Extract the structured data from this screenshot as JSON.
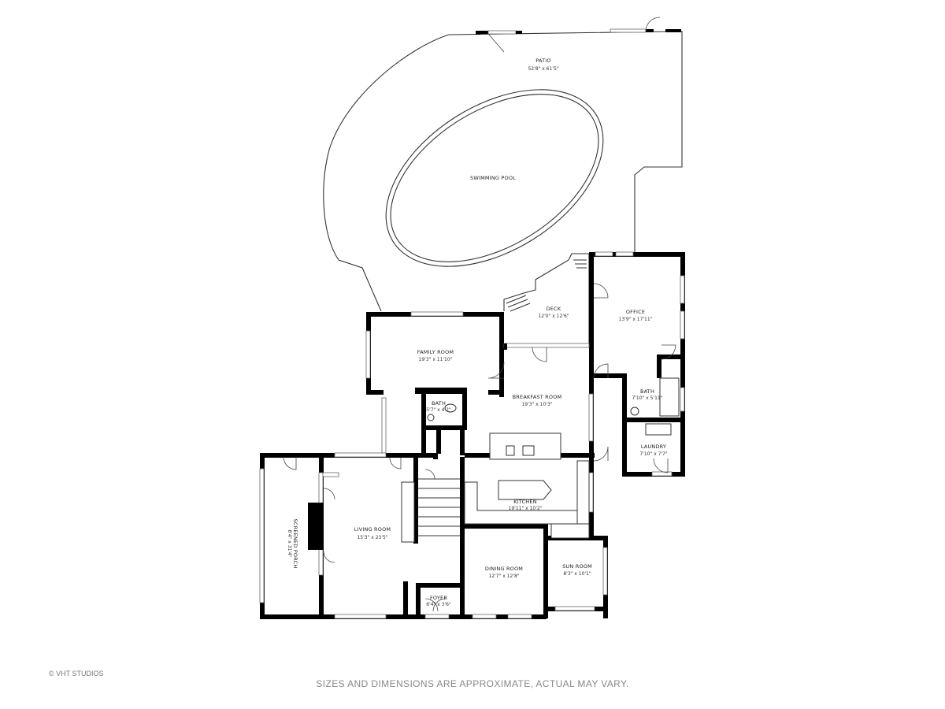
{
  "rooms": {
    "patio": {
      "name": "PATIO",
      "dims": "52'8\" x 61'5\""
    },
    "pool": {
      "name": "SWIMMING POOL"
    },
    "deck": {
      "name": "DECK",
      "dims": "12'0\" x 12'6\""
    },
    "office": {
      "name": "OFFICE",
      "dims": "13'9\" x 17'11\""
    },
    "family": {
      "name": "FAMILY ROOM",
      "dims": "19'3\" x 11'10\""
    },
    "breakfast": {
      "name": "BREAKFAST ROOM",
      "dims": "19'3\" x 10'3\""
    },
    "bath_small": {
      "name": "BATH",
      "dims": "5'7\" x 4'2\""
    },
    "bath_right": {
      "name": "BATH",
      "dims": "7'10\" x 5'11\""
    },
    "laundry": {
      "name": "LAUNDRY",
      "dims": "7'10\" x 7'7\""
    },
    "kitchen": {
      "name": "KITCHEN",
      "dims": "19'11\" x 10'2\""
    },
    "living": {
      "name": "LIVING ROOM",
      "dims": "15'3\" x 23'5\""
    },
    "porch": {
      "name": "SCREENED PORCH",
      "dims": "8'4\" x 31'4\""
    },
    "dining": {
      "name": "DINING ROOM",
      "dims": "12'7\" x 12'8\""
    },
    "sun": {
      "name": "SUN ROOM",
      "dims": "8'3\" x 10'1\""
    },
    "foyer": {
      "name": "FOYER",
      "dims": "6'4\" x 3'6\""
    }
  },
  "footer": {
    "copyright": "© VHT STUDIOS",
    "disclaimer": "SIZES AND DIMENSIONS ARE APPROXIMATE, ACTUAL MAY VARY."
  }
}
